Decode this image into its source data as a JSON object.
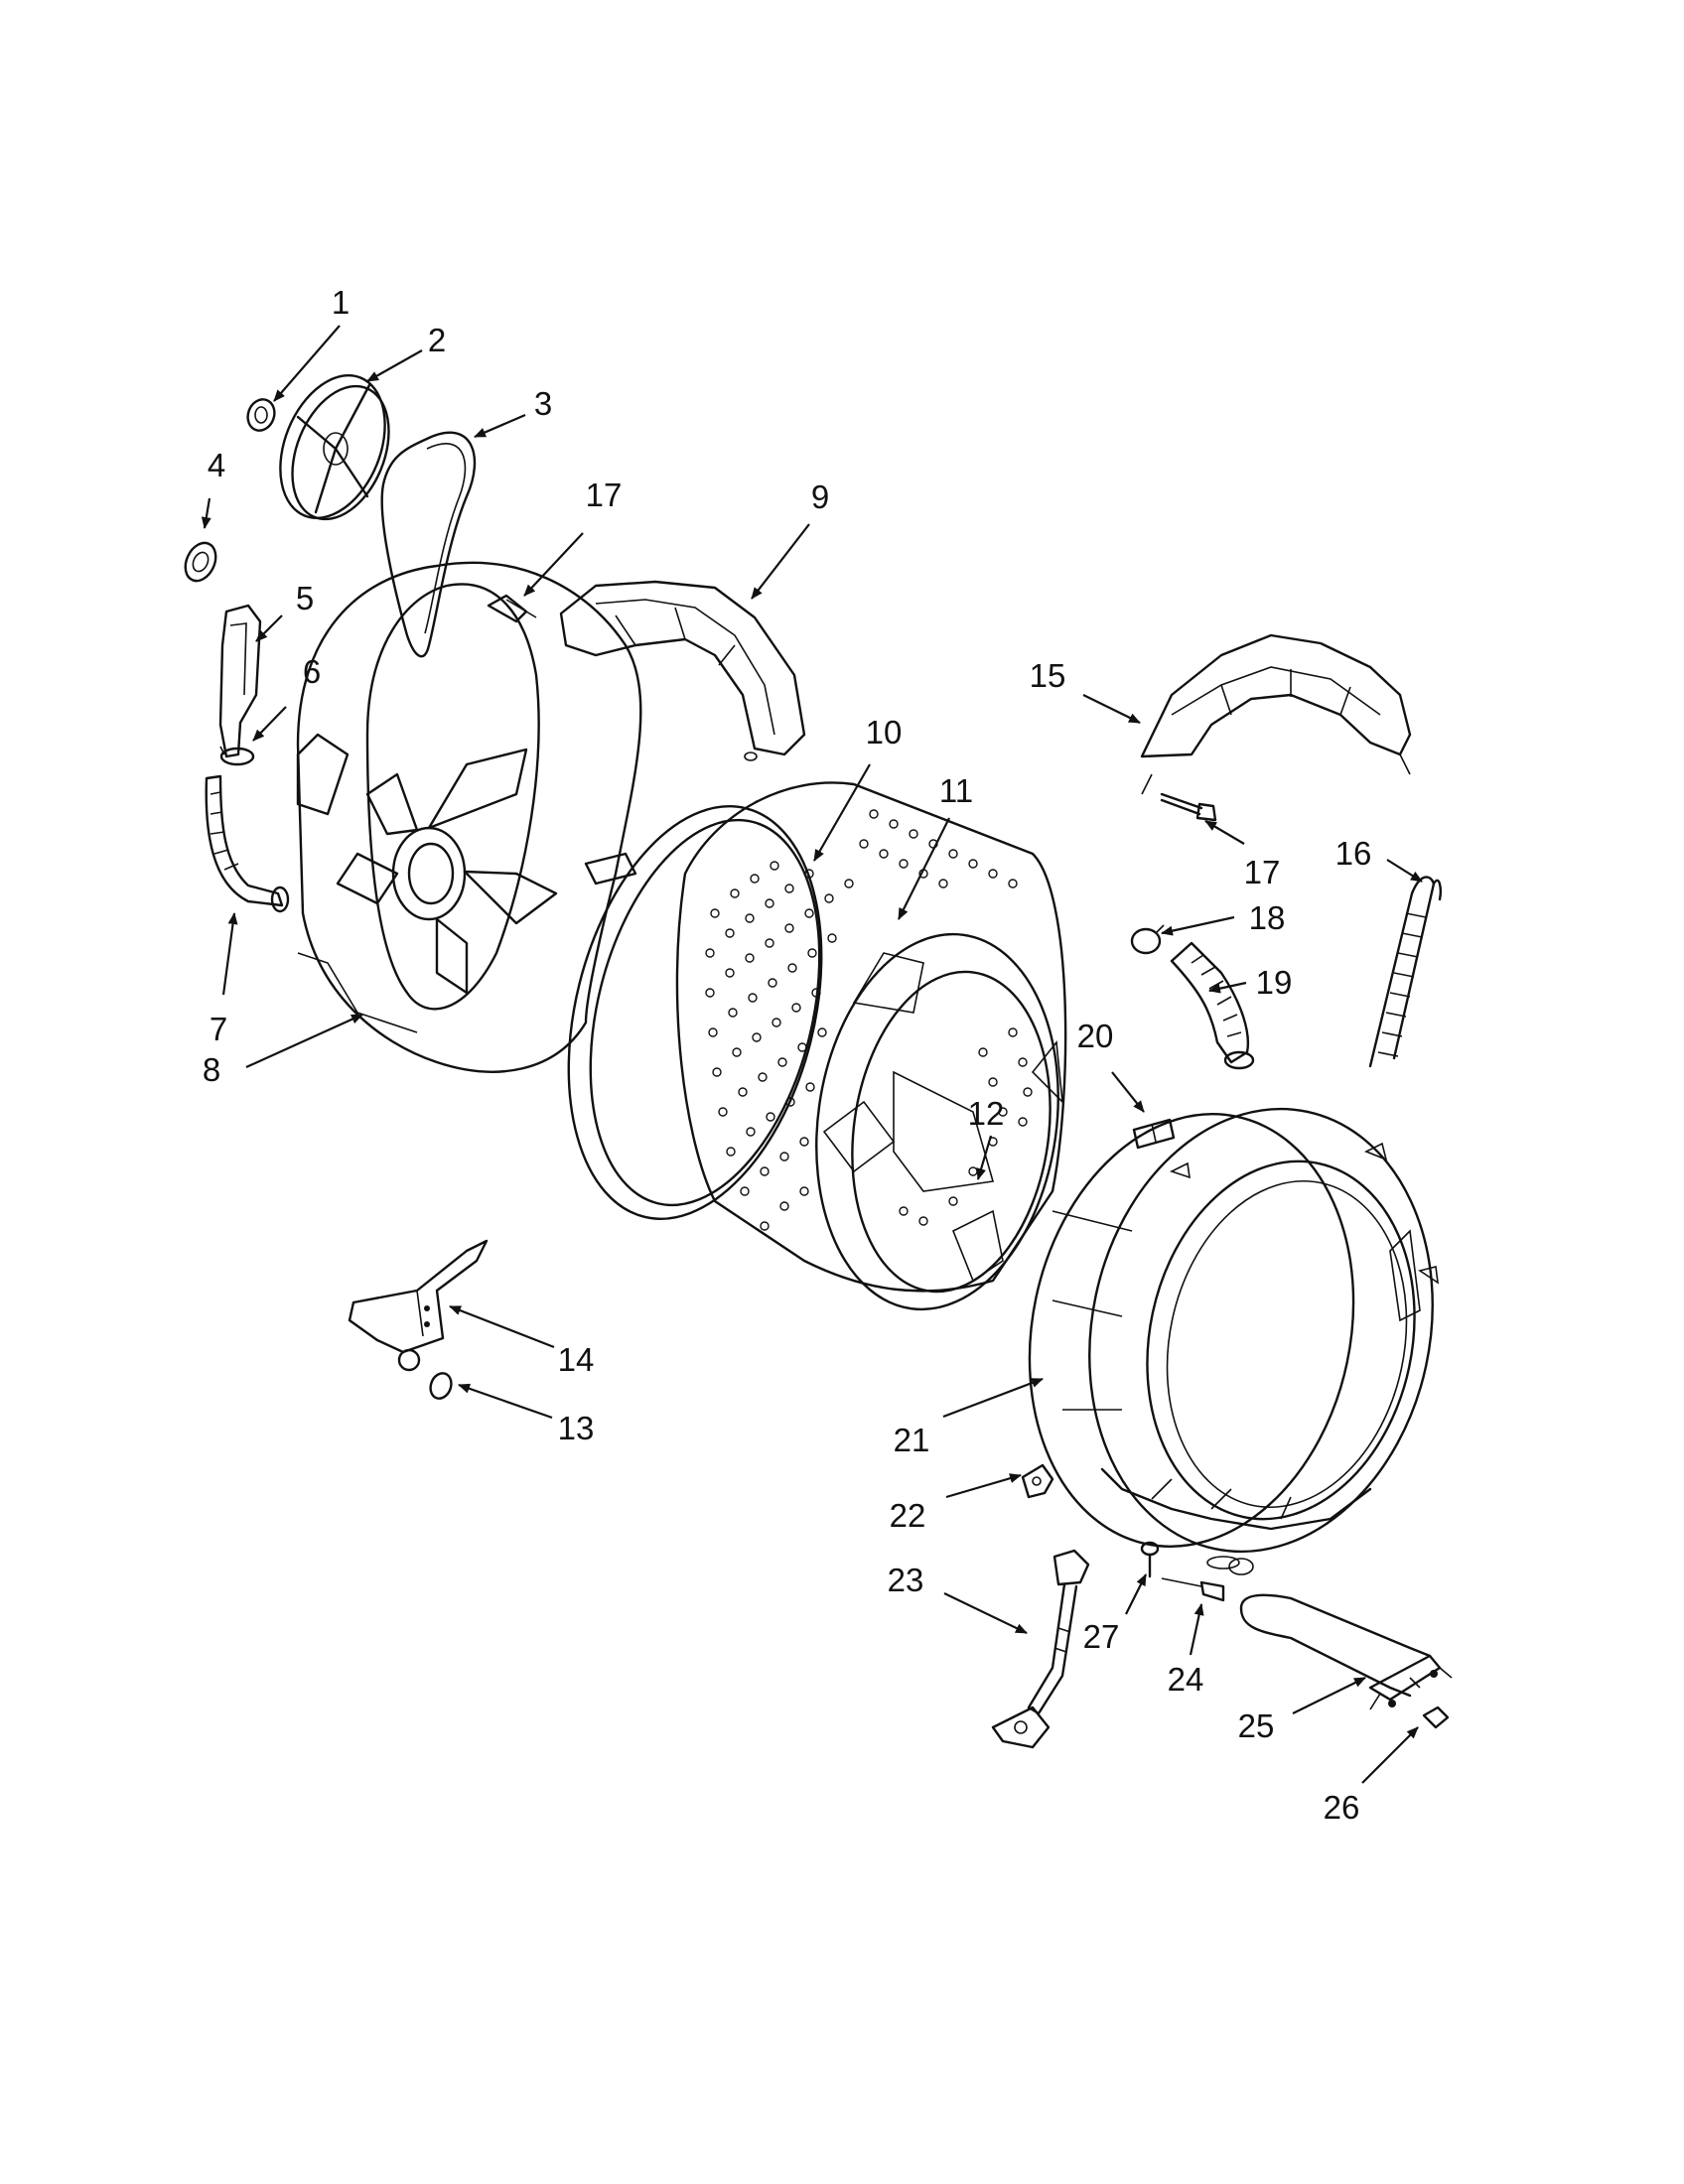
{
  "callouts": [
    {
      "id": "c1",
      "text": "1"
    },
    {
      "id": "c2",
      "text": "2"
    },
    {
      "id": "c3",
      "text": "3"
    },
    {
      "id": "c4",
      "text": "4"
    },
    {
      "id": "c5",
      "text": "5"
    },
    {
      "id": "c6",
      "text": "6"
    },
    {
      "id": "c7",
      "text": "7"
    },
    {
      "id": "c8",
      "text": "8"
    },
    {
      "id": "c9",
      "text": "9"
    },
    {
      "id": "c10",
      "text": "10"
    },
    {
      "id": "c11",
      "text": "11"
    },
    {
      "id": "c12",
      "text": "12"
    },
    {
      "id": "c13",
      "text": "13"
    },
    {
      "id": "c14",
      "text": "14"
    },
    {
      "id": "c15",
      "text": "15"
    },
    {
      "id": "c16",
      "text": "16"
    },
    {
      "id": "c17a",
      "text": "17"
    },
    {
      "id": "c17b",
      "text": "17"
    },
    {
      "id": "c18",
      "text": "18"
    },
    {
      "id": "c19",
      "text": "19"
    },
    {
      "id": "c20",
      "text": "20"
    },
    {
      "id": "c21",
      "text": "21"
    },
    {
      "id": "c22",
      "text": "22"
    },
    {
      "id": "c23",
      "text": "23"
    },
    {
      "id": "c24",
      "text": "24"
    },
    {
      "id": "c25",
      "text": "25"
    },
    {
      "id": "c26",
      "text": "26"
    },
    {
      "id": "c27",
      "text": "27"
    }
  ]
}
